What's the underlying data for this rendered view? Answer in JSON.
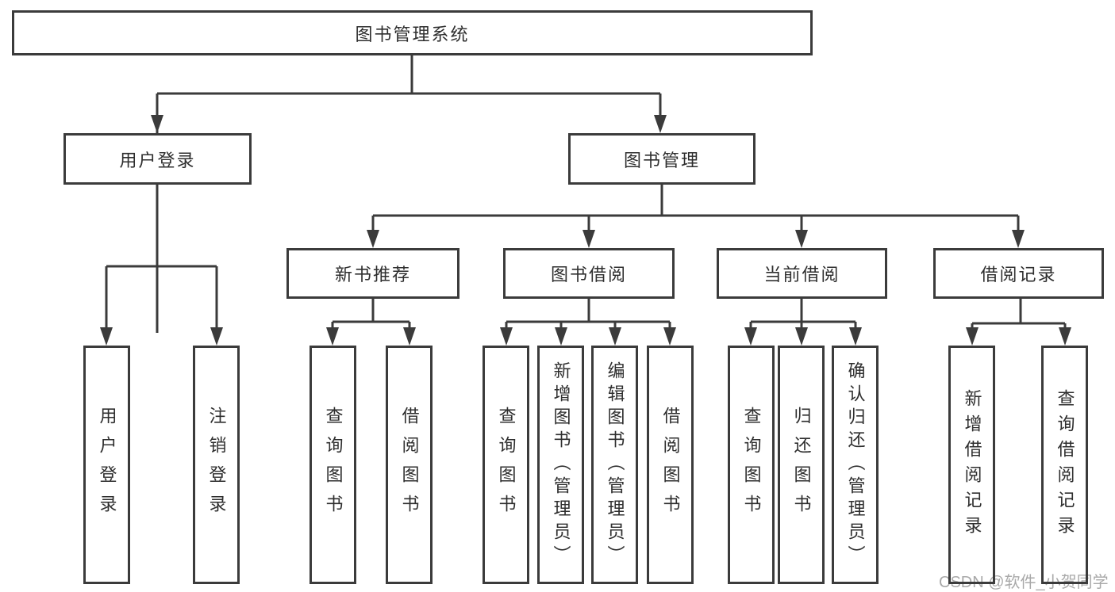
{
  "diagram": {
    "type": "hierarchy",
    "colors": {
      "line": "#3b3b3b",
      "box_border": "#3b3b3b",
      "box_fill": "#ffffff",
      "text": "#2e2e2e",
      "watermark": "#a9a9a9",
      "background": "#ffffff"
    }
  },
  "tree": {
    "label": "图书管理系统",
    "children": [
      {
        "label": "用户登录",
        "children": [
          {
            "label": "用户登录"
          },
          {
            "label": "注销登录"
          }
        ]
      },
      {
        "label": "图书管理",
        "children": [
          {
            "label": "新书推荐",
            "children": [
              {
                "label": "查询图书"
              },
              {
                "label": "借阅图书"
              }
            ]
          },
          {
            "label": "图书借阅",
            "children": [
              {
                "label": "查询图书"
              },
              {
                "label": "新增图书（管理员）"
              },
              {
                "label": "编辑图书（管理员）"
              },
              {
                "label": "借阅图书"
              }
            ]
          },
          {
            "label": "当前借阅",
            "children": [
              {
                "label": "查询图书"
              },
              {
                "label": "归还图书"
              },
              {
                "label": "确认归还（管理员）"
              }
            ]
          },
          {
            "label": "借阅记录",
            "children": [
              {
                "label": "新增借阅记录"
              },
              {
                "label": "查询借阅记录"
              }
            ]
          }
        ]
      }
    ]
  },
  "watermark": {
    "text": "CSDN @软件_小贺同学"
  }
}
